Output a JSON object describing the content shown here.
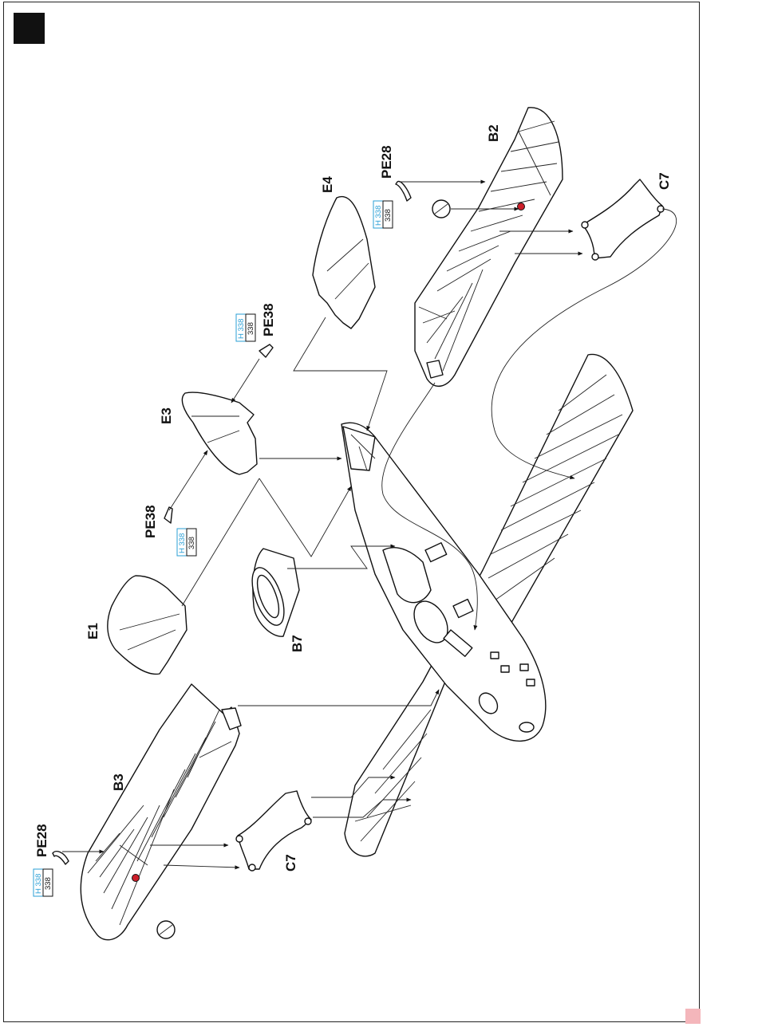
{
  "labels": {
    "b2": "B2",
    "b3": "B3",
    "b7": "B7",
    "c7_upper": "C7",
    "c7_lower": "C7",
    "e1": "E1",
    "e3": "E3",
    "e4": "E4",
    "pe28_upper": "PE28",
    "pe28_lower": "PE28",
    "pe38_upper": "PE38",
    "pe38_lower": "PE38"
  },
  "paint_codes": {
    "hobby": "H 338",
    "acrylic": "338"
  },
  "colors": {
    "accent": "#2a9fd6",
    "marker": "#cc1f2a",
    "corner": "#f4b6bb"
  }
}
